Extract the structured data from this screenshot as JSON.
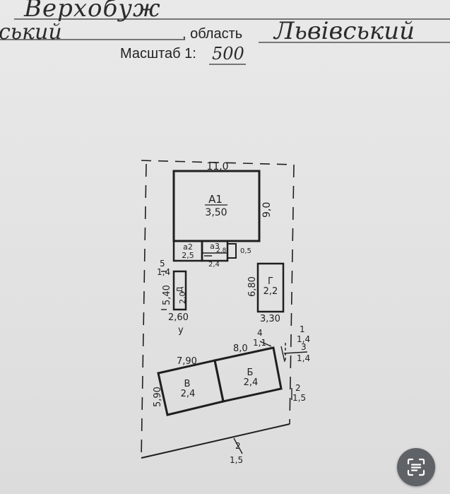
{
  "header": {
    "settlement": "Верхобуж",
    "district_tail": "ський",
    "oblast_label": ", область",
    "oblast_value": "Львівський",
    "scale_label": "Масштаб 1:",
    "scale_value": "500"
  },
  "plan": {
    "buildings": {
      "a1": {
        "letter": "А1",
        "height": "3,50",
        "top_dim": "11,0",
        "side_dim": "9,0"
      },
      "a2": {
        "letter": "а2",
        "height": "2,5"
      },
      "a3": {
        "letter": "а3",
        "height": "2,8",
        "w": "2,4",
        "h": "0,5"
      },
      "g": {
        "letter": "Г",
        "height": "2,2",
        "side": "6,80",
        "bottom": "3,30"
      },
      "d": {
        "letter": "Д",
        "height": "2,0",
        "side": "5,40",
        "bottom": "2,60",
        "below": "у"
      },
      "v": {
        "letter": "В",
        "height": "2,4",
        "top": "7,90",
        "side": "5,90"
      },
      "b": {
        "letter": "Б",
        "height": "2,4",
        "top": "8,0"
      }
    },
    "marks": {
      "m5": "5",
      "m14a": "1,4",
      "m4": "4",
      "m11": "1,1",
      "m1a": "1",
      "m14b": "1,4",
      "m3": "3",
      "m14c": "1,4",
      "m2": "2",
      "m15a": "1,5",
      "m2b": "2",
      "m15b": "1,5"
    }
  },
  "ui": {
    "icon": "document-scan-icon"
  }
}
